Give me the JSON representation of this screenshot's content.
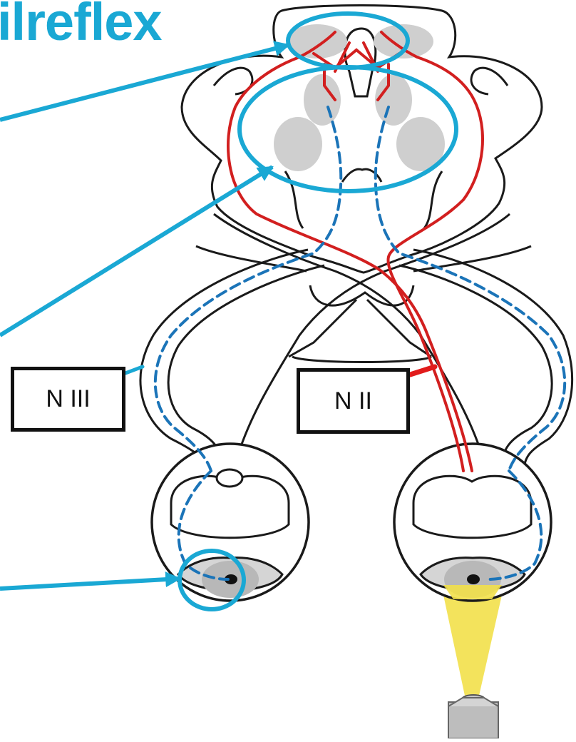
{
  "title": "ilreflex",
  "labels": {
    "n3": "N III",
    "n2": "N II"
  },
  "colors": {
    "highlight": "#1aa8d4",
    "afferent": "#d21f1f",
    "efferent": "#1b74b8",
    "light": "#f2e04a",
    "nucleus": "#cfcfcf",
    "outline": "#1a1a1a"
  }
}
